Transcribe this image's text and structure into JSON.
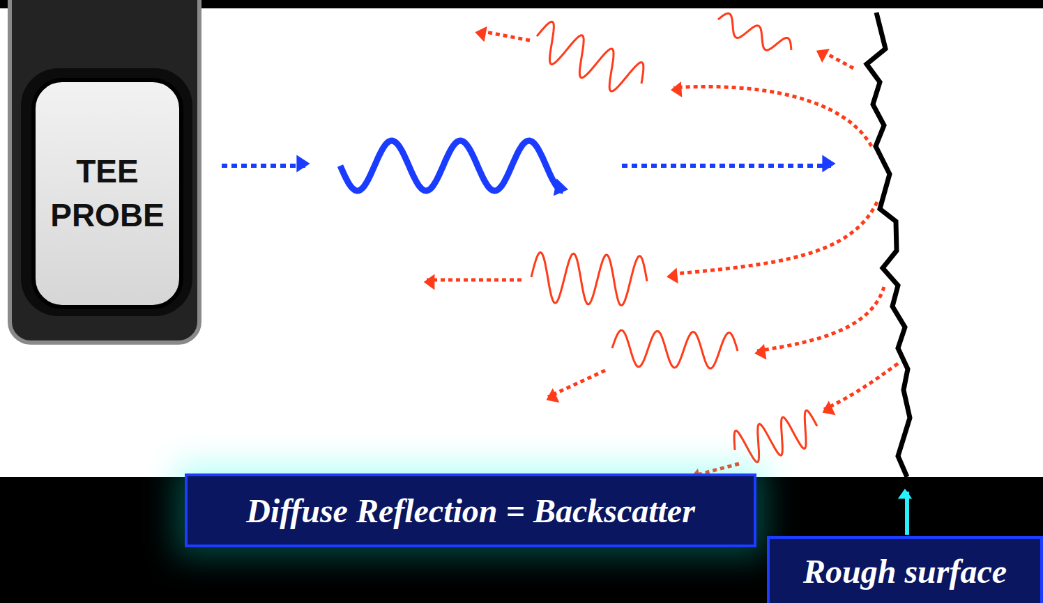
{
  "diagram": {
    "nodes": [
      {
        "text": [
          "TEE PROBE"
        ]
      },
      {
        "text": [
          "Diffuse Reflection = Backscatter"
        ]
      },
      {
        "text": [
          "Rough surface"
        ]
      }
    ]
  }
}
